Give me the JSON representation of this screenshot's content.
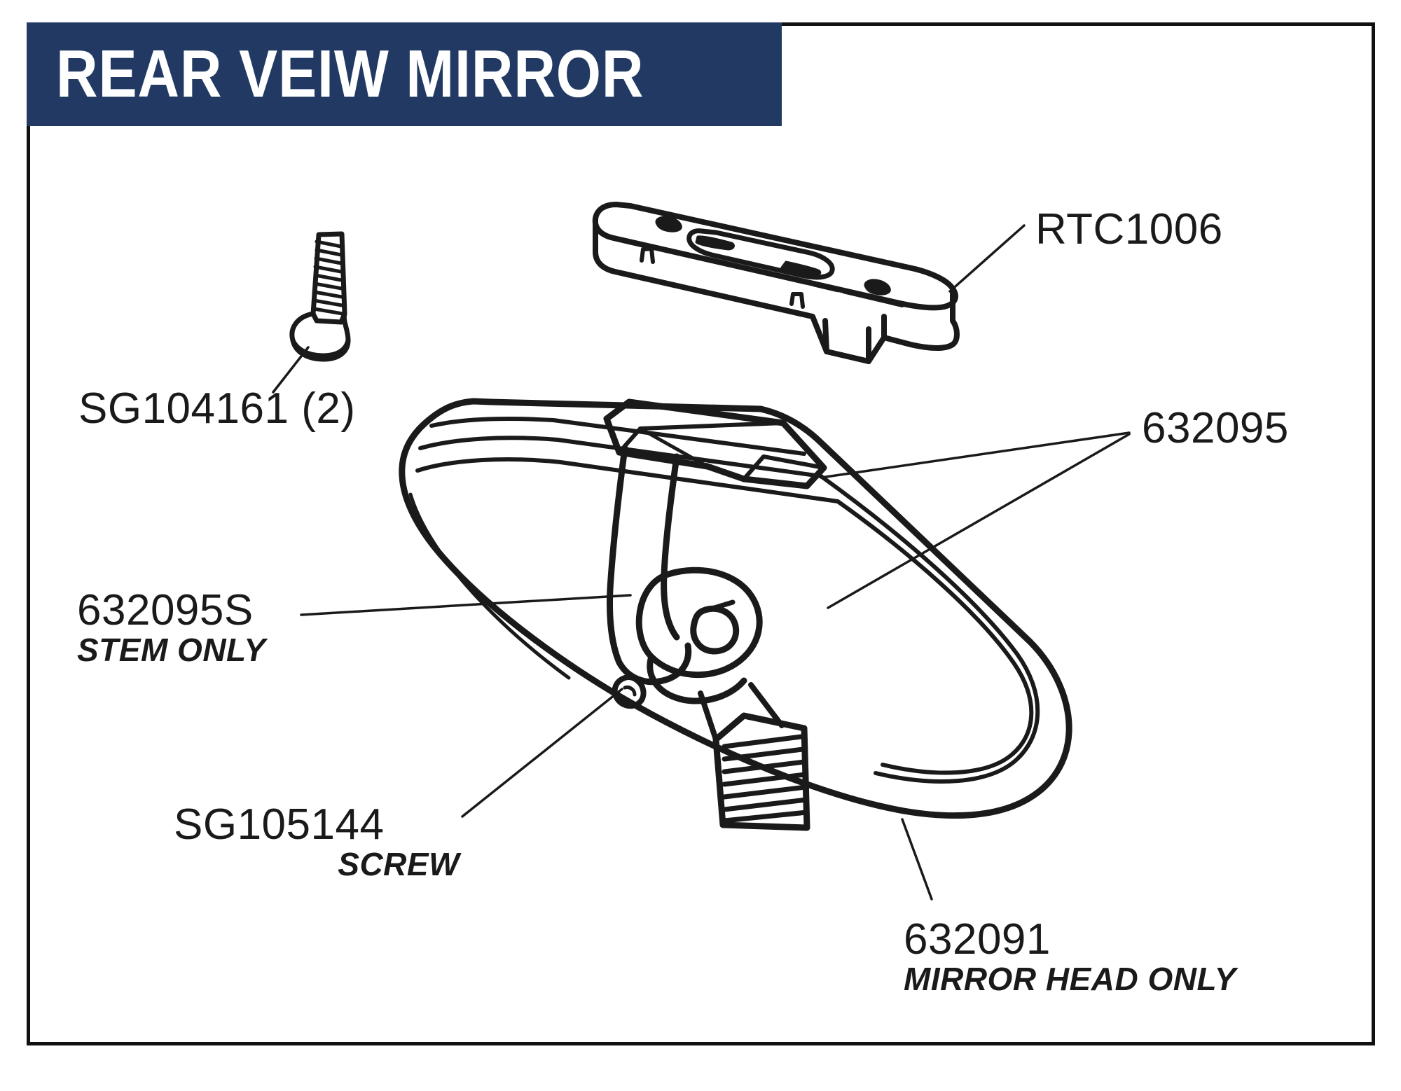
{
  "banner": {
    "title": "REAR VEIW MIRROR",
    "background_color": "#223a63",
    "text_color": "#ffffff"
  },
  "frame": {
    "border_color": "#111111"
  },
  "diagram": {
    "line_color": "#1a1a1a",
    "background_color": "#ffffff"
  },
  "labels": {
    "screw_mount": {
      "part_number": "SG104161 (2)",
      "description": ""
    },
    "bracket": {
      "part_number": "RTC1006",
      "description": ""
    },
    "stem_assembly": {
      "part_number": "632095",
      "description": ""
    },
    "stem_only": {
      "part_number": "632095S",
      "description": "STEM ONLY"
    },
    "pivot_screw": {
      "part_number": "SG105144",
      "description": "SCREW"
    },
    "mirror_head": {
      "part_number": "632091",
      "description": "MIRROR HEAD ONLY"
    }
  },
  "parts": [
    {
      "name": "mounting-bracket",
      "part_number": "RTC1006"
    },
    {
      "name": "self-tapping-screw",
      "part_number": "SG104161",
      "quantity": 2
    },
    {
      "name": "mirror-stem-assembly",
      "part_number": "632095"
    },
    {
      "name": "mirror-stem",
      "part_number": "632095S"
    },
    {
      "name": "pivot-screw",
      "part_number": "SG105144"
    },
    {
      "name": "mirror-head",
      "part_number": "632091"
    }
  ]
}
